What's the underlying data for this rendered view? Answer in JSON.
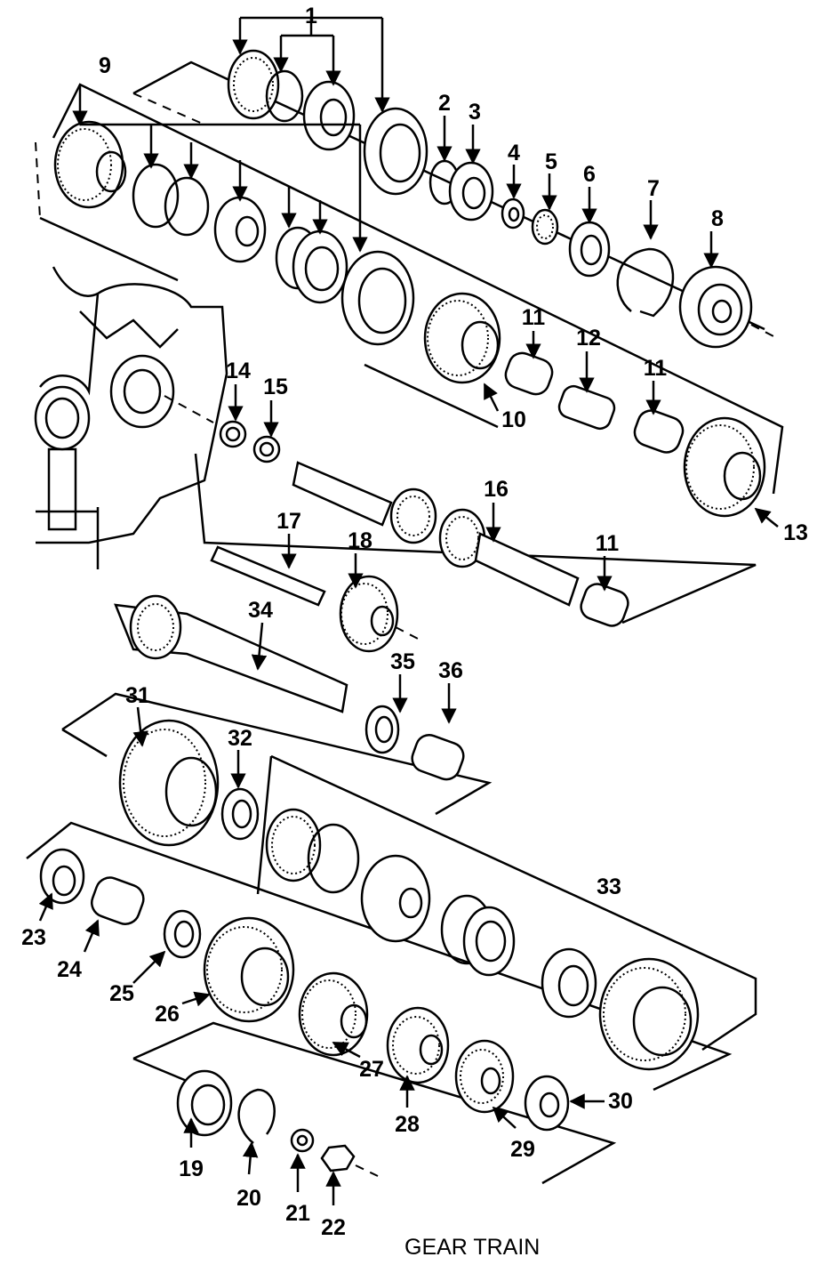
{
  "diagram": {
    "caption": "GEAR TRAIN",
    "callouts": [
      "1",
      "2",
      "3",
      "4",
      "5",
      "6",
      "7",
      "8",
      "9",
      "10",
      "11",
      "12",
      "11",
      "13",
      "14",
      "15",
      "16",
      "17",
      "18",
      "11",
      "34",
      "35",
      "36",
      "31",
      "32",
      "33",
      "23",
      "24",
      "25",
      "26",
      "27",
      "28",
      "29",
      "30",
      "19",
      "20",
      "21",
      "22"
    ]
  }
}
